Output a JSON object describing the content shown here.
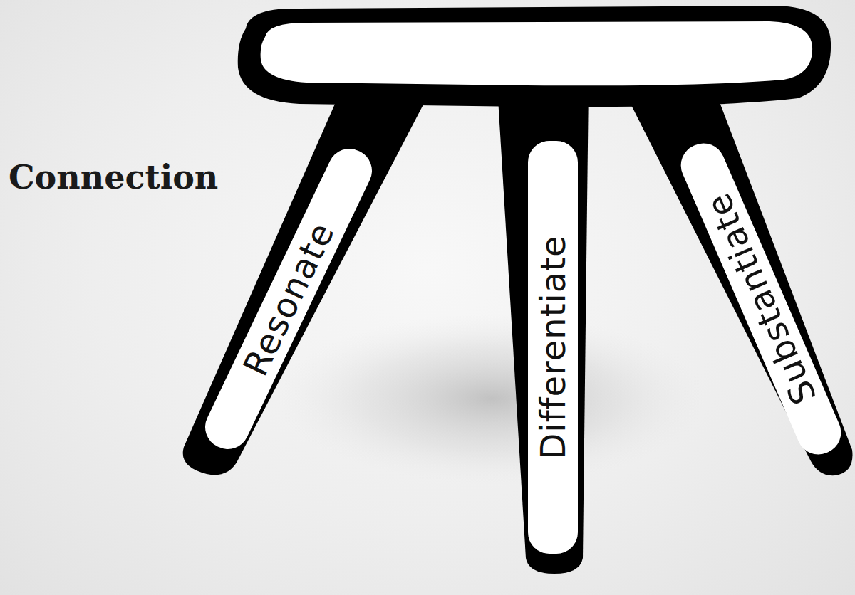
{
  "diagram": {
    "nodes": [
      {
        "text": [
          "Resonate"
        ]
      },
      {
        "text": [
          "Differentiate"
        ]
      },
      {
        "text": [
          "Substantiate"
        ]
      }
    ],
    "labels": [
      "Connection"
    ]
  }
}
